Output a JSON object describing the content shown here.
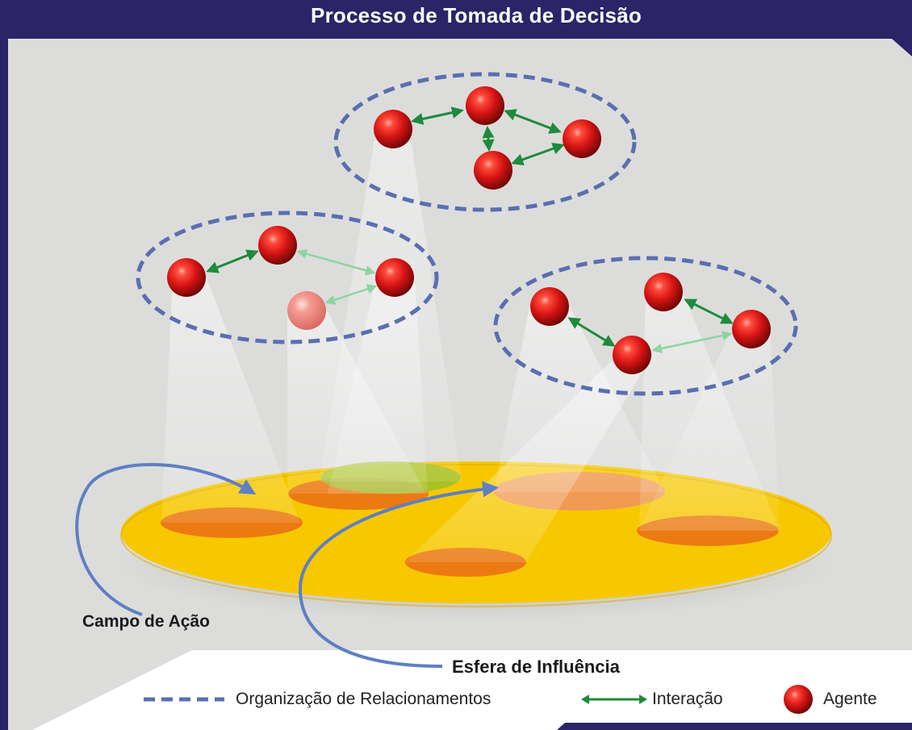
{
  "title": "Processo de Tomada de Decisão",
  "labels": {
    "campo_de_acao": "Campo de Ação",
    "esfera_de_influencia": "Esfera de Influência"
  },
  "legend": {
    "organizacao": "Organização de Relacionamentos",
    "interacao": "Interação",
    "agente": "Agente"
  },
  "colors": {
    "frame": "#2b2466",
    "panel": "#dcdddb",
    "dashed_ellipse": "#5a6fb0",
    "interaction_arrow": "#1e8a3c",
    "agent": "#d01818",
    "field": "#f7c800",
    "influence": "#ec7a12",
    "influence_overlap": "#9cc02a",
    "pointer_arrow": "#5f7fc4"
  },
  "groups": [
    {
      "name": "top",
      "agents": 4,
      "interactions": 4
    },
    {
      "name": "left",
      "agents": 4,
      "interactions": 3
    },
    {
      "name": "right",
      "agents": 4,
      "interactions": 3
    }
  ]
}
